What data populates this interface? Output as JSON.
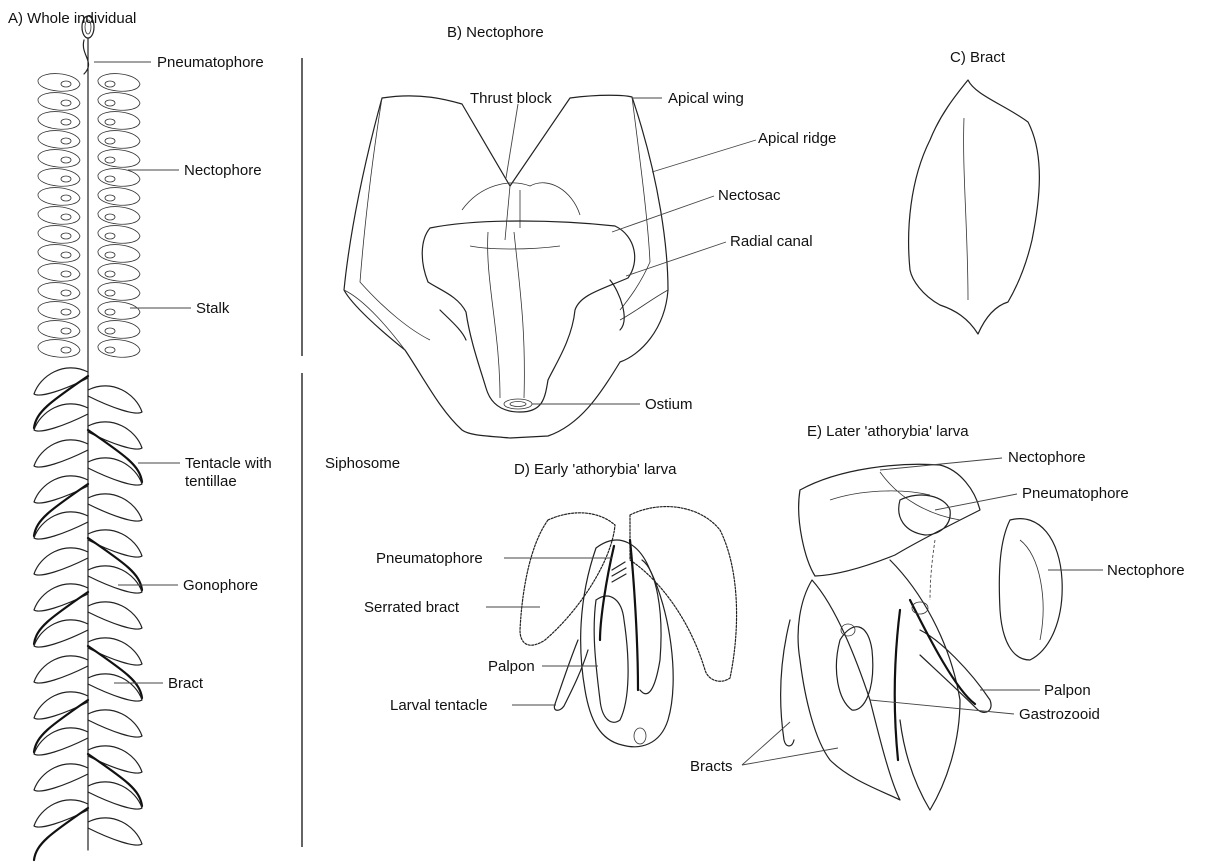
{
  "panels": {
    "a": {
      "title": "A) Whole individual",
      "labels": [
        "Pneumatophore",
        "Nectophore",
        "Stalk",
        "Tentacle with",
        "tentillae",
        "Gonophore",
        "Bract"
      ],
      "region_label": "Siphosome"
    },
    "b": {
      "title": "B) Nectophore",
      "labels": [
        "Thrust block",
        "Apical wing",
        "Apical ridge",
        "Nectosac",
        "Radial canal",
        "Ostium"
      ]
    },
    "c": {
      "title": "C) Bract"
    },
    "d": {
      "title": "D) Early 'athorybia' larva",
      "labels": [
        "Pneumatophore",
        "Serrated bract",
        "Palpon",
        "Larval tentacle"
      ]
    },
    "e": {
      "title": "E) Later 'athorybia' larva",
      "labels": [
        "Nectophore",
        "Pneumatophore",
        "Nectophore",
        "Palpon",
        "Gastrozooid",
        "Bracts"
      ]
    }
  }
}
